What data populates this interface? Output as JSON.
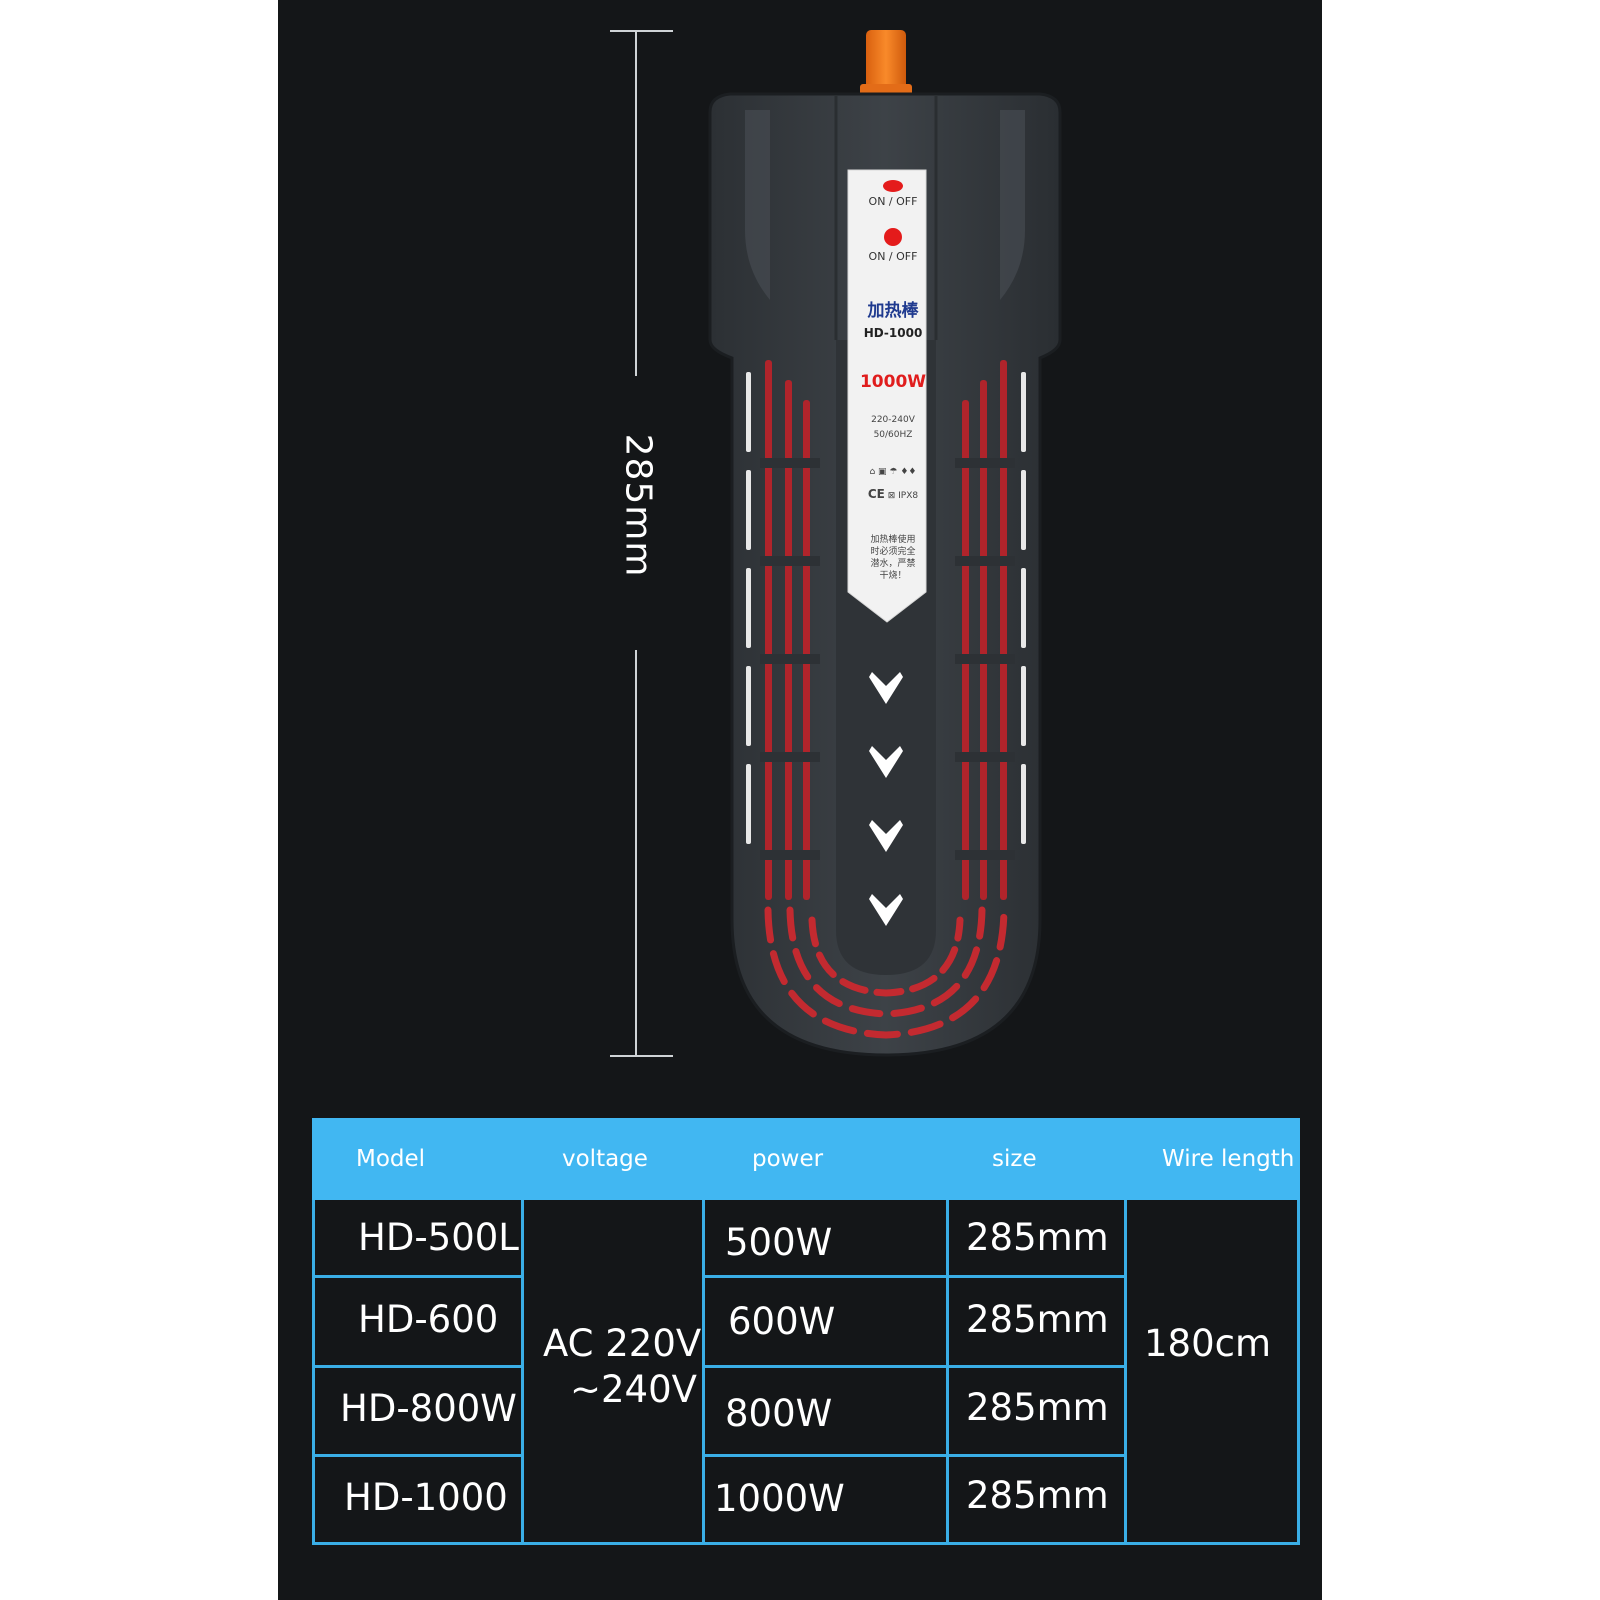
{
  "dimension": {
    "height_label": "285mm"
  },
  "product_label": {
    "switch_1": "ON / OFF",
    "switch_2": "ON / OFF",
    "title_cn": "加热棒",
    "model": "HD-1000",
    "power": "1000W",
    "voltage": "220-240V",
    "frequency": "50/60HZ",
    "rating": "IPX8",
    "warning_lines": [
      "加热棒使用",
      "时必须完全",
      "潜水，严禁",
      "干烧！"
    ]
  },
  "table": {
    "headers": [
      "Model",
      "voltage",
      "power",
      "size",
      "Wire length"
    ],
    "models": [
      "HD-500L",
      "HD-600",
      "HD-800W",
      "HD-1000"
    ],
    "voltage_lines": [
      "AC 220V",
      "~240V"
    ],
    "powers": [
      "500W",
      "600W",
      "800W",
      "1000W"
    ],
    "sizes": [
      "285mm",
      "285mm",
      "285mm",
      "285mm"
    ],
    "wire_length": "180cm"
  },
  "colors": {
    "panel_bg": "#141618",
    "table_header": "#41b7f2",
    "table_border": "#3aaee6",
    "accent_red": "#e01d1d",
    "knob_orange": "#f27a1c"
  }
}
